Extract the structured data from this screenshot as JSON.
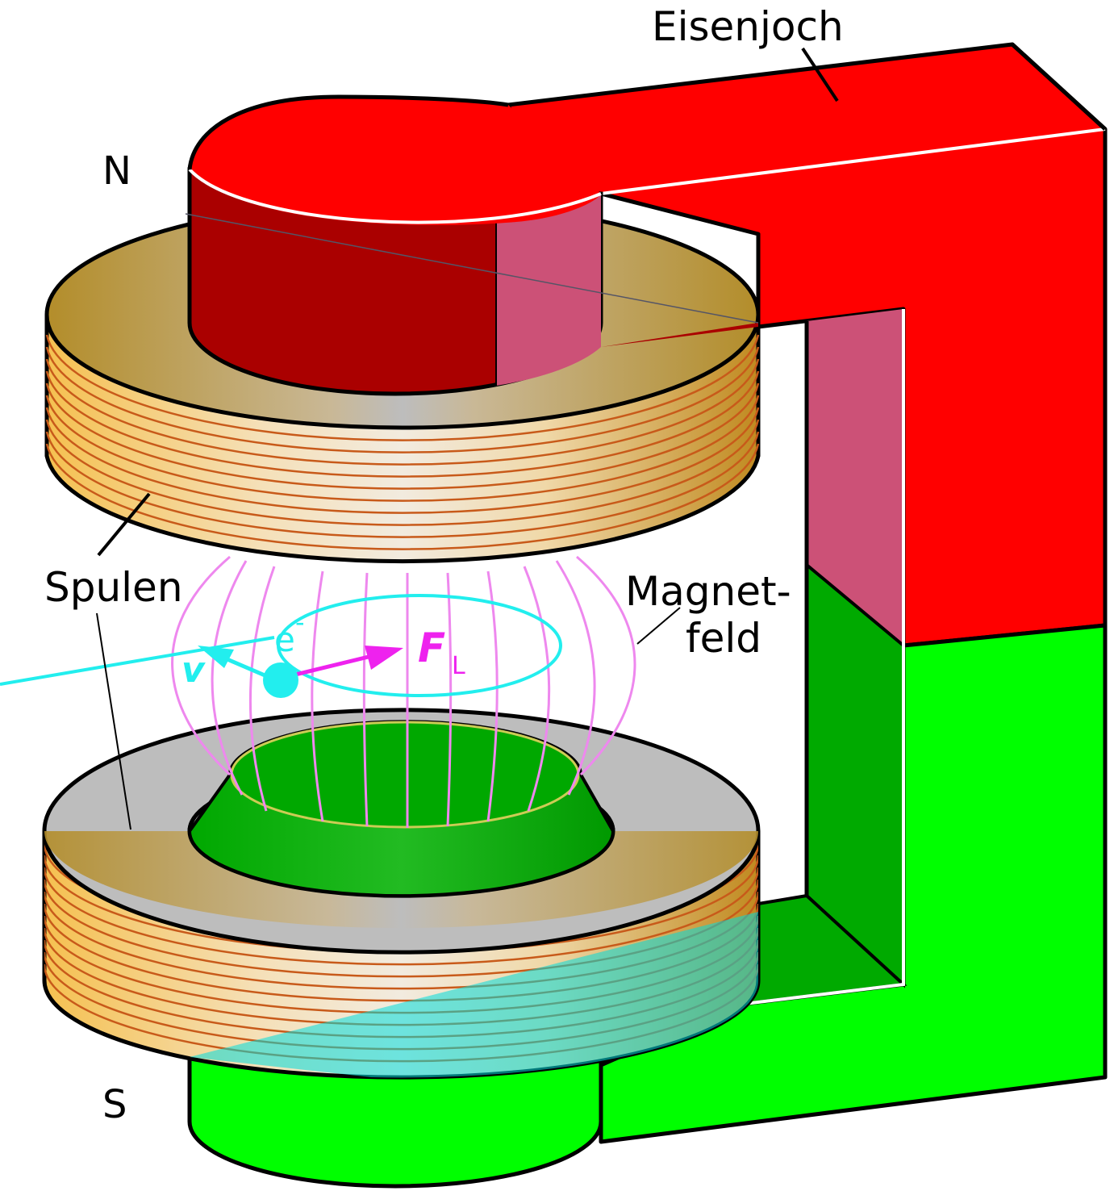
{
  "labels": {
    "yoke": "Eisenjoch",
    "north": "N",
    "south": "S",
    "coils": "Spulen",
    "field_line1": "Magnet-",
    "field_line2": "feld",
    "electron": "e",
    "electron_charge": "-",
    "velocity": "v",
    "force": "F",
    "force_sub": "L"
  },
  "colors": {
    "north_pole": "#ff0000",
    "north_pole_dark": "#aa0000",
    "north_pole_face": "#cc5177",
    "south_pole": "#00ff00",
    "south_pole_dark": "#00aa00",
    "coil_wire": "#c85a1a",
    "coil_gold": "#b48c28",
    "coil_top": "#bdbdbd",
    "field_lines": "#ee88ee",
    "electron": "#22eeee",
    "lorentz_force": "#ee22ee"
  }
}
